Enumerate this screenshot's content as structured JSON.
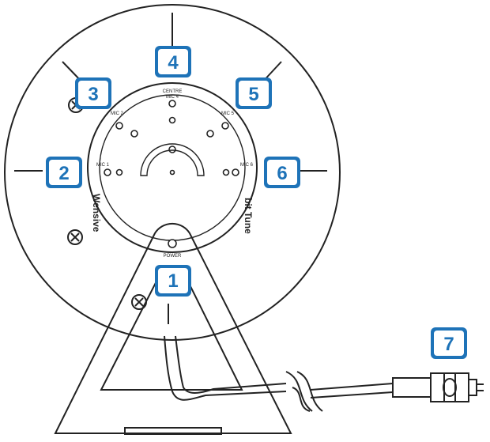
{
  "labels": {
    "centre": "CENTRE",
    "mic4": "MIC 4",
    "mic1": "MIC 1",
    "mic2": "MIC 2",
    "mic5": "MIC 5",
    "mic6": "MIC 6",
    "power": "POWER",
    "brand_left": "Wensive",
    "brand_right": "bit Tune"
  },
  "callouts": [
    {
      "num": "1"
    },
    {
      "num": "2"
    },
    {
      "num": "3"
    },
    {
      "num": "4"
    },
    {
      "num": "5"
    },
    {
      "num": "6"
    },
    {
      "num": "7"
    }
  ],
  "colors": {
    "callout": "#1e73b8",
    "stroke": "#222222",
    "background": "#ffffff"
  }
}
